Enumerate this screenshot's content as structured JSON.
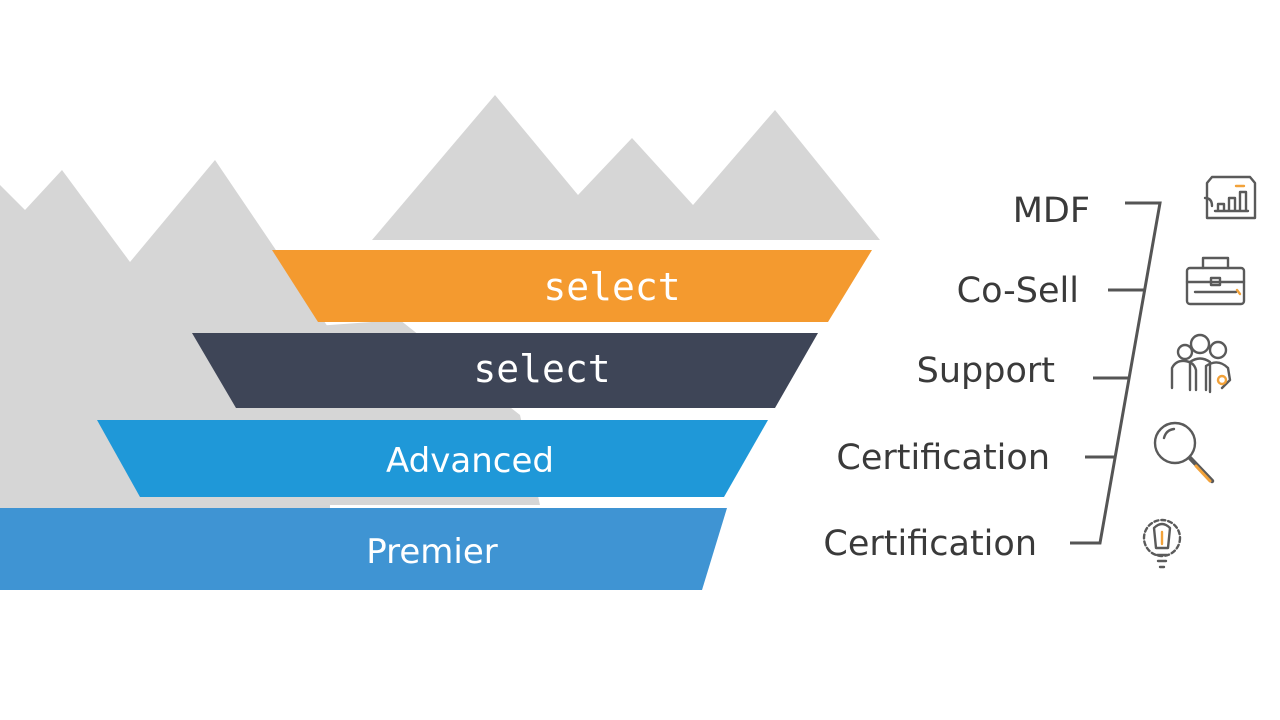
{
  "tiers": [
    {
      "id": "select-top",
      "label": "select",
      "color": "#f49a2f",
      "text_color": "#ffffff",
      "mono": true
    },
    {
      "id": "select-second",
      "label": "select",
      "color": "#3e4557",
      "text_color": "#ffffff",
      "mono": true
    },
    {
      "id": "advanced",
      "label": "Advanced",
      "color": "#1f98d8",
      "text_color": "#ffffff",
      "mono": false
    },
    {
      "id": "premier",
      "label": "Premier",
      "color": "#3f94d3",
      "text_color": "#ffffff",
      "mono": false
    }
  ],
  "benefits": [
    {
      "id": "mdf",
      "label": "MDF",
      "icon": "chart-card-icon"
    },
    {
      "id": "co-sell",
      "label": "Co-Sell",
      "icon": "briefcase-icon"
    },
    {
      "id": "support",
      "label": "Support",
      "icon": "people-group-icon"
    },
    {
      "id": "certification-1",
      "label": "Certification",
      "icon": "magnifier-icon"
    },
    {
      "id": "certification-2",
      "label": "Certification",
      "icon": "lightbulb-idea-icon"
    }
  ],
  "colors": {
    "mountains": "#d6d6d6",
    "bracket": "#555555",
    "benefit_text": "#3a3a3a",
    "icon_stroke": "#5a5a5a",
    "icon_accent": "#f2a23a"
  }
}
